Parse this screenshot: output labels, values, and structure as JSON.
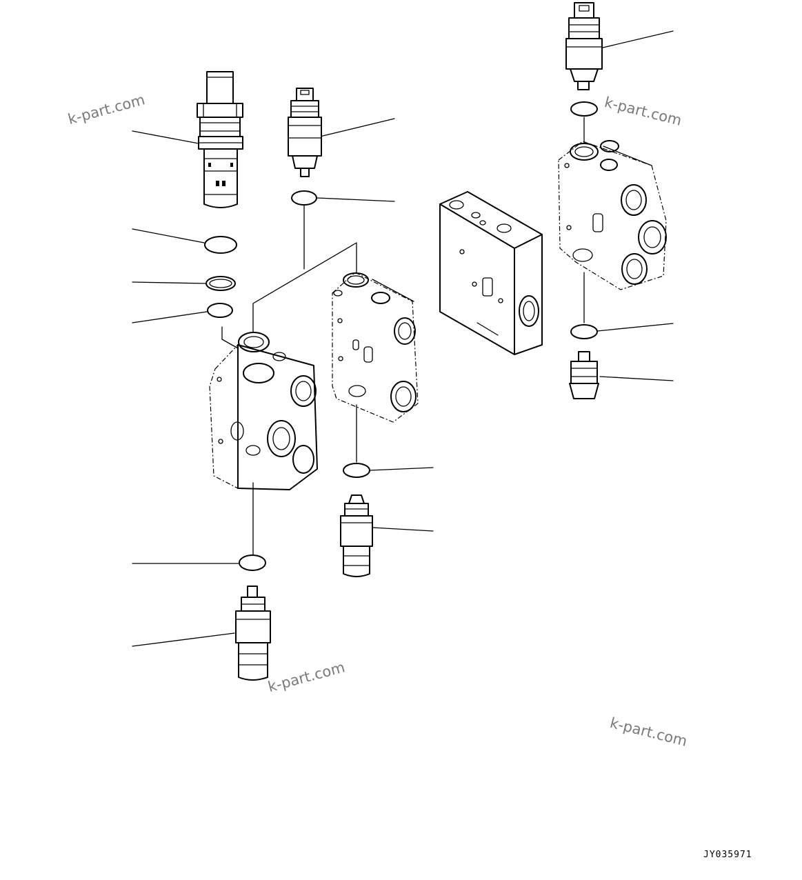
{
  "watermarks": [
    "k-part.com",
    "k-part.com",
    "k-part.com",
    "k-part.com"
  ],
  "drawing_code": "JY035971",
  "colors": {
    "line": "#000000",
    "background": "#ffffff",
    "watermark": "#7a7a7a"
  }
}
